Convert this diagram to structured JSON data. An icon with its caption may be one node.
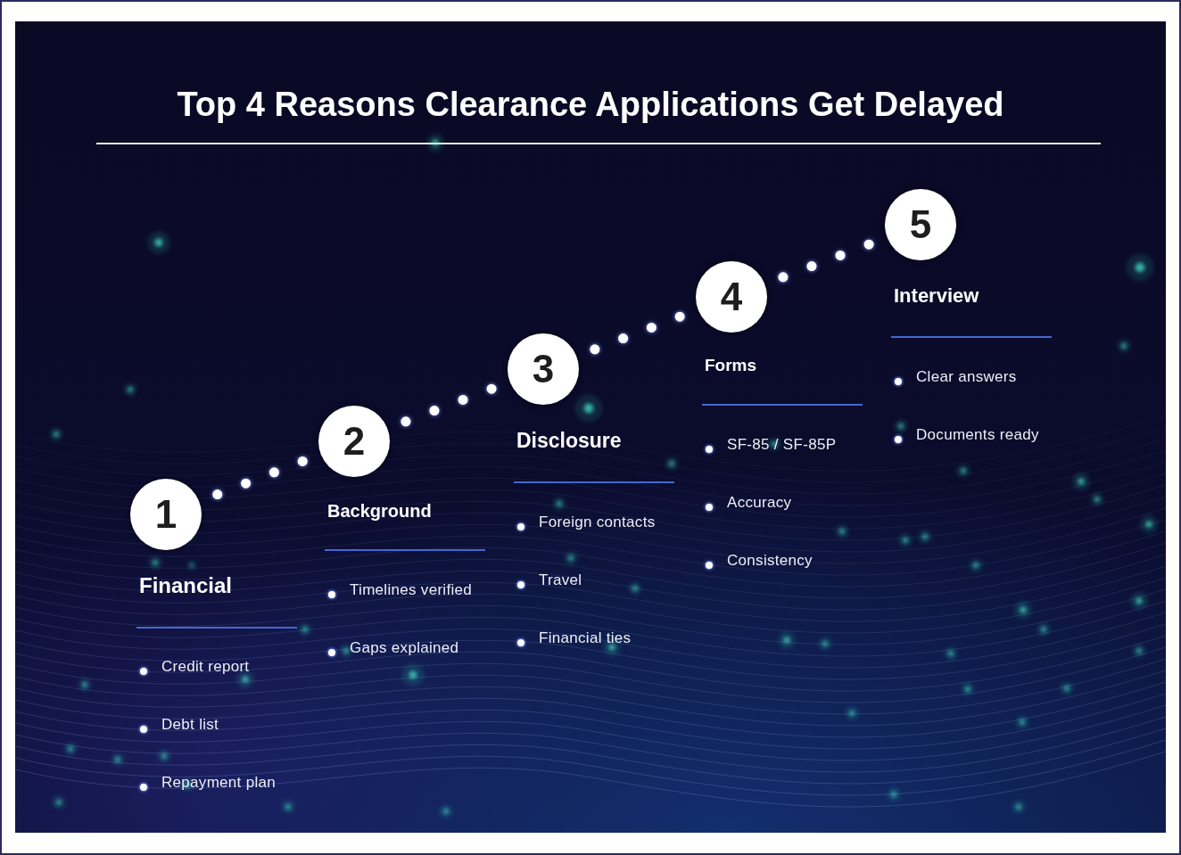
{
  "diagram": {
    "title": "Top 4 Reasons Clearance Applications Get Delayed",
    "nodes": [
      {
        "text": [
          "1"
        ],
        "beside": [
          "Financial",
          "Credit report",
          "Debt list",
          "Repayment plan"
        ]
      },
      {
        "text": [
          "2"
        ],
        "beside": [
          "Background",
          "Timelines verified",
          "Gaps explained"
        ]
      },
      {
        "text": [
          "3"
        ],
        "beside": [
          "Disclosure",
          "Foreign contacts",
          "Travel",
          "Financial ties"
        ]
      },
      {
        "text": [
          "4"
        ],
        "beside": [
          "Forms",
          "SF-85 / SF-85P",
          "Accuracy",
          "Consistency"
        ]
      },
      {
        "text": [
          "5"
        ],
        "beside": [
          "Interview",
          "Clear answers",
          "Documents ready"
        ]
      }
    ],
    "edges": [
      {
        "from": 0,
        "to": 1,
        "arrow": "none",
        "style": "dashed"
      },
      {
        "from": 1,
        "to": 2,
        "arrow": "none",
        "style": "dashed"
      },
      {
        "from": 2,
        "to": 3,
        "arrow": "none",
        "style": "dashed"
      },
      {
        "from": 3,
        "to": 4,
        "arrow": "none",
        "style": "dashed"
      }
    ]
  }
}
